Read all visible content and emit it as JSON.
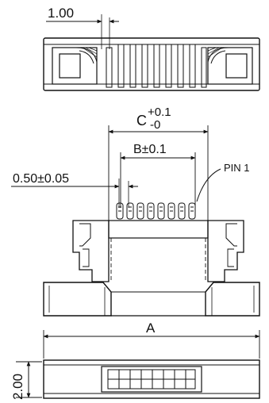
{
  "drawing": {
    "top_view": {
      "pitch_label": "1.00"
    },
    "front_view": {
      "dim_c_main": "C",
      "dim_c_tol_upper": "+0.1",
      "dim_c_tol_lower": "-0",
      "dim_b": "B±0.1",
      "pin_pitch": "0.50±0.05",
      "pin_label": "PIN 1"
    },
    "bottom_view": {
      "dim_a": "A",
      "height_label": "2.00"
    }
  }
}
